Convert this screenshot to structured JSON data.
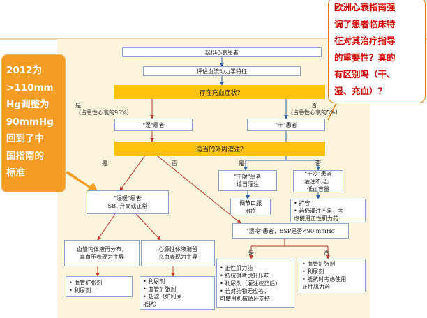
{
  "flowchart": {
    "title_box": "疑似心衰患者",
    "assess_box": "评估血流动力学特征",
    "q_congestion": "存在充血症状?",
    "yes_label_1": "是\n（占急性心衰的95%）",
    "no_label_1": "否\n（占急性心衰的5%）",
    "wet_box": "\"湿\"患者",
    "dry_box": "\"干\"患者",
    "q_perfusion": "适当的外周灌注?",
    "yes_label_2": "是",
    "no_label_2": "否",
    "dry_warm_box": "\"干暖\"患者\n适当灌注",
    "dry_cold_box": "\"干冷\"患者\n灌注不足，\n低血容量",
    "oral_box": "调节口服\n治疗",
    "dry_cold_tx_box": "• 扩容\n• 若仍灌注不足，考\n  虑使用正性肌力药",
    "yes_label_3": "是",
    "no_label_3": "否",
    "wet_warm_box": "\"湿暖\"患者\nSBP升高或正常",
    "wet_cold_box": "\"湿冷\"患者，BSP是否<90 mmHg",
    "vascular_box": "血管内体液再分布，\n高血压表现为主导",
    "cardiac_box": "心源性体液潴留\n充血表现为主导",
    "vascular_tx_box": "• 血管扩张剂\n• 利尿剂",
    "cardiac_tx_box": "• 利尿剂\n• 血管扩张剂\n• 超滤（如利尿\n  抵抗）",
    "yes_label_4": "是",
    "no_label_4": "否",
    "cold_yes_tx_box": "• 正性肌力药\n• 抵抗时考虑升压药\n• 利尿剂（灌注校正后）\n• 若对药物无应答，\n  可使用机械循环支持",
    "cold_no_tx_box": "• 血管扩张剂\n• 利尿剂\n• 抵抗时考虑使用\n  正性肌力药"
  },
  "annotations": {
    "left_callout": "2012为\n>110mm\nHg调整为\n90mmHg\n回到了中\n国指南的\n标准",
    "right_callout": "欧洲心衰指南强\n调了患者临床特\n征对其治疗指导\n的重要性？真的\n有区别吗（干、\n湿、充血）？"
  },
  "colors": {
    "callout_orange": "#f39c26",
    "callout_red_text": "#d40000",
    "question_bar": "#ffc20e",
    "box_border": "#8aa7c9",
    "arrow_blue": "#2e62a8",
    "arrow_red": "#c0392b"
  }
}
